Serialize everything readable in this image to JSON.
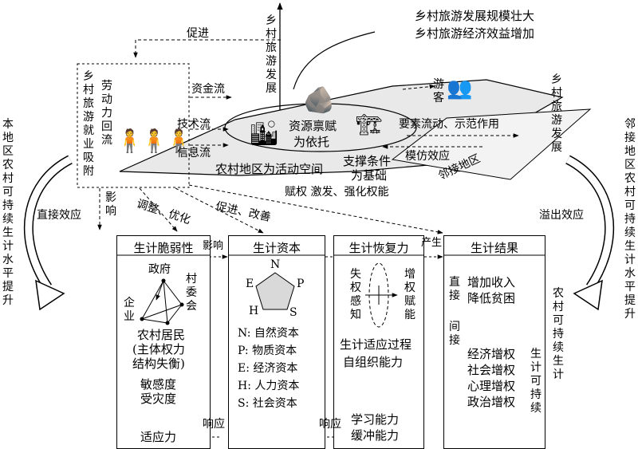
{
  "top": {
    "promote": "促进",
    "vertical_axis": "乡村旅游发展",
    "callout_line1": "乡村旅游发展规模壮大",
    "callout_line2": "乡村旅游经济效益增加",
    "tourists": "游客",
    "right_axis": "乡村旅游发展",
    "labor_vertical": "乡村旅游就业吸附",
    "labor_return": "劳动力回流",
    "capital_flow": "资金流",
    "tech_flow": "技术流",
    "info_flow": "信息流",
    "resource_line1": "资源禀赋",
    "resource_line2": "为依托",
    "factor_flow": "要素流动、示范作用",
    "imitation": "模仿效应",
    "support_line1": "支撑条件",
    "support_line2": "为基础",
    "rural_space": "农村地区为活动空间",
    "neighbor_area": "邻接地区"
  },
  "side": {
    "left_vertical": "本地区农村可持续生计水平提升",
    "direct_effect": "直接效应",
    "right_vertical": "邻接地区农村可持续生计水平提升",
    "spillover": "溢出效应"
  },
  "arrows": {
    "influence": "影响",
    "adjust": "调整、优化",
    "improve": "促进、改善",
    "empower": "赋权 激发、强化权能",
    "influence2": "影响",
    "produce": "产生",
    "respond1": "响应",
    "respond2": "响应"
  },
  "box1": {
    "title": "生计脆弱性",
    "gov": "政府",
    "village": "村委会",
    "enterprise": "企业",
    "residents": "农村居民",
    "residents_note1": "(主体权力",
    "residents_note2": "结构失衡)",
    "sens": "敏感度",
    "disaster": "受灾度",
    "adapt": "适应力"
  },
  "box2": {
    "title": "生计资本",
    "N": "N",
    "P": "P",
    "E": "E",
    "H": "H",
    "S": "S",
    "items": [
      "N: 自然资本",
      "P: 物质资本",
      "E: 经济资本",
      "H: 人力资本",
      "S: 社会资本"
    ]
  },
  "box3": {
    "title": "生计恢复力",
    "loss": "失权感知",
    "gain": "增权赋能",
    "process": "生计适应过程",
    "selforg": "自组织能力",
    "learn": "学习能力",
    "buffer": "缓冲能力"
  },
  "box4": {
    "title": "生计结果",
    "direct": "直接",
    "direct_line1": "增加收入",
    "direct_line2": "降低贫困",
    "indirect": "间接",
    "indirect_items": [
      "经济增权",
      "社会增权",
      "心理增权",
      "政治增权"
    ],
    "sustainable": "生计可持续",
    "outside_vertical": "农村可持续生计"
  }
}
